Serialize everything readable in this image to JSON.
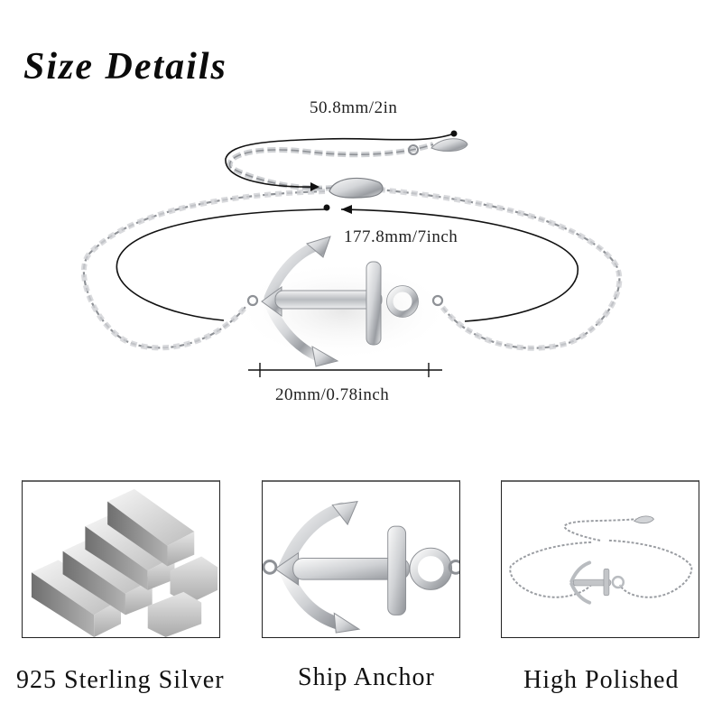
{
  "header": {
    "title": "Size Details"
  },
  "measurements": {
    "extender": "50.8mm/2in",
    "bracelet_length": "177.8mm/7inch",
    "pendant_width": "20mm/0.78inch"
  },
  "features": [
    {
      "label": "925 Sterling Silver",
      "image": "silver-bars"
    },
    {
      "label": "Ship Anchor",
      "image": "anchor-closeup"
    },
    {
      "label": "High Polished",
      "image": "bracelet-overview"
    }
  ],
  "colors": {
    "silver_light": "#f2f2f2",
    "silver_mid": "#bfc1c4",
    "silver_dark": "#7c7f84",
    "line": "#111111",
    "frame": "#222222"
  }
}
